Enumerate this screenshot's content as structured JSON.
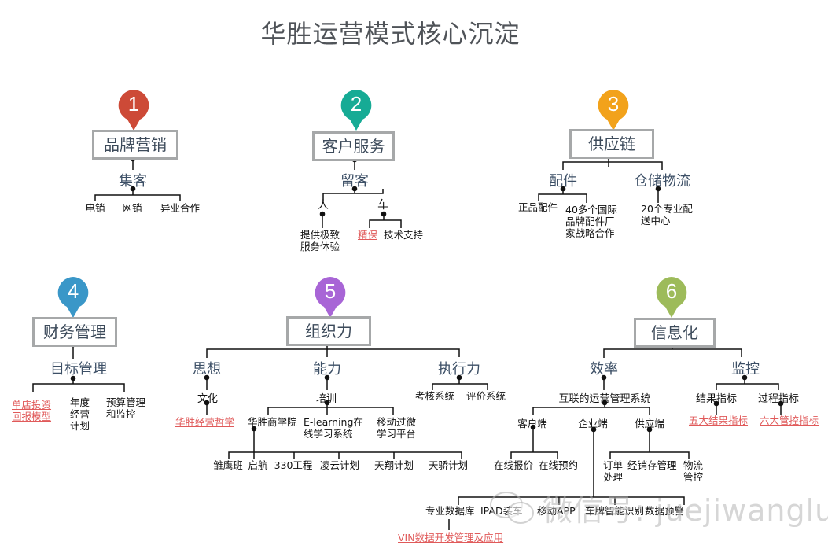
{
  "title": "华胜运营模式核心沉淀",
  "colors": {
    "pin1": "#cd4a37",
    "pin2": "#16ab95",
    "pin3": "#f2a21b",
    "pin4": "#3a97c8",
    "pin5": "#a865d6",
    "pin6": "#9dbb5a",
    "box_border": "#a6a8a9",
    "link": "#e05a5a"
  },
  "sections": [
    {
      "num": "1",
      "label": "品牌营销",
      "sub": "集客",
      "leaves": [
        "电销",
        "网销",
        "异业合作"
      ]
    },
    {
      "num": "2",
      "label": "客户服务",
      "sub": "留客",
      "branches": [
        {
          "label": "人",
          "leaves": [
            "提供极致\n服务体验"
          ]
        },
        {
          "label": "车",
          "leaves": [
            "精保",
            "技术支持"
          ]
        }
      ]
    },
    {
      "num": "3",
      "label": "供应链",
      "branches": [
        {
          "label": "配件",
          "leaves": [
            "正品配件",
            "40多个国际\n品牌配件厂\n家战略合作"
          ]
        },
        {
          "label": "仓储物流",
          "leaves": [
            "20个专业配\n送中心"
          ]
        }
      ]
    },
    {
      "num": "4",
      "label": "财务管理",
      "sub": "目标管理",
      "leaves": [
        "单店投资\n回报模型",
        "年度\n经营\n计划",
        "预算管理\n和监控"
      ]
    },
    {
      "num": "5",
      "label": "组织力",
      "branches": [
        {
          "label": "思想",
          "mid": "文化",
          "leaves": [
            "华胜经营哲学"
          ]
        },
        {
          "label": "能力",
          "mid": "培训",
          "leaves": [
            "华胜商学院",
            "E-learning在\n线学习系统",
            "移动过微\n学习平台"
          ],
          "programs": [
            "雏鹰班",
            "启航",
            "330工程",
            "凌云计划",
            "天翔计划",
            "天骄计划"
          ]
        },
        {
          "label": "执行力",
          "leaves": [
            "考核系统",
            "评价系统"
          ]
        }
      ]
    },
    {
      "num": "6",
      "label": "信息化",
      "branches": [
        {
          "label": "效率",
          "mid": "互联的运营管理系统",
          "ends": [
            {
              "label": "客户端",
              "leaves": [
                "在线报价",
                "在线预约"
              ]
            },
            {
              "label": "企业端",
              "leaves": [
                "专业数据库",
                "IPAD装车",
                "移动APP",
                "车牌智能识别",
                "数据预警"
              ],
              "sub_leaf": "VIN数据开发管理及应用"
            },
            {
              "label": "供应端",
              "leaves": [
                "订单\n处理",
                "经销存管理",
                "物流\n管控"
              ]
            }
          ]
        },
        {
          "label": "监控",
          "ends": [
            {
              "label": "结果指标",
              "leaves": [
                "五大结果指标"
              ]
            },
            {
              "label": "过程指标",
              "leaves": [
                "六大管控指标"
              ]
            }
          ]
        }
      ]
    }
  ],
  "watermark": "微信号: juejiwangluo"
}
